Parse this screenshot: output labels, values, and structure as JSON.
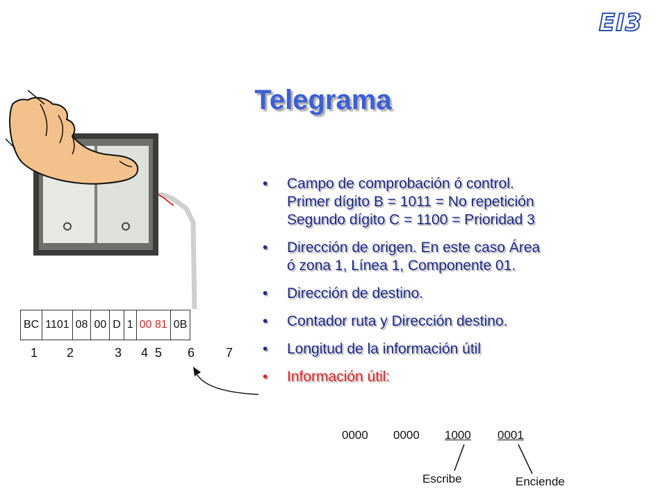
{
  "logo": "EI3",
  "title": "Telegrama",
  "bullets": [
    {
      "lines": [
        "Campo de comprobación ó control.",
        "Primer dígito B = 1011 = No repetición",
        "Segundo dígito C = 1100 = Prioridad 3"
      ]
    },
    {
      "lines": [
        "Dirección de origen. En este caso Área",
        "ó zona 1, Línea 1, Componente 01."
      ]
    },
    {
      "lines": [
        "Dirección de destino."
      ]
    },
    {
      "lines": [
        "Contador ruta y Dirección destino."
      ]
    },
    {
      "lines": [
        "Longitud de la información útil"
      ]
    },
    {
      "lines": [
        "Información útil:"
      ]
    }
  ],
  "bullet_symbol": "•",
  "telegram": {
    "cells": [
      "BC",
      "1101",
      "08",
      "00",
      "D",
      "1",
      "00 81",
      "0B"
    ],
    "numbers": [
      "1",
      "2",
      "3",
      "4",
      "5",
      "6",
      "7"
    ]
  },
  "bits": [
    "0000",
    "0000",
    "1000",
    "0001"
  ],
  "annotations": {
    "writes": "Escribe",
    "on": "Enciende"
  },
  "colors": {
    "title": "#3b5fd6",
    "bullet_text": "#1e2a8a",
    "highlight": "#e22222"
  }
}
